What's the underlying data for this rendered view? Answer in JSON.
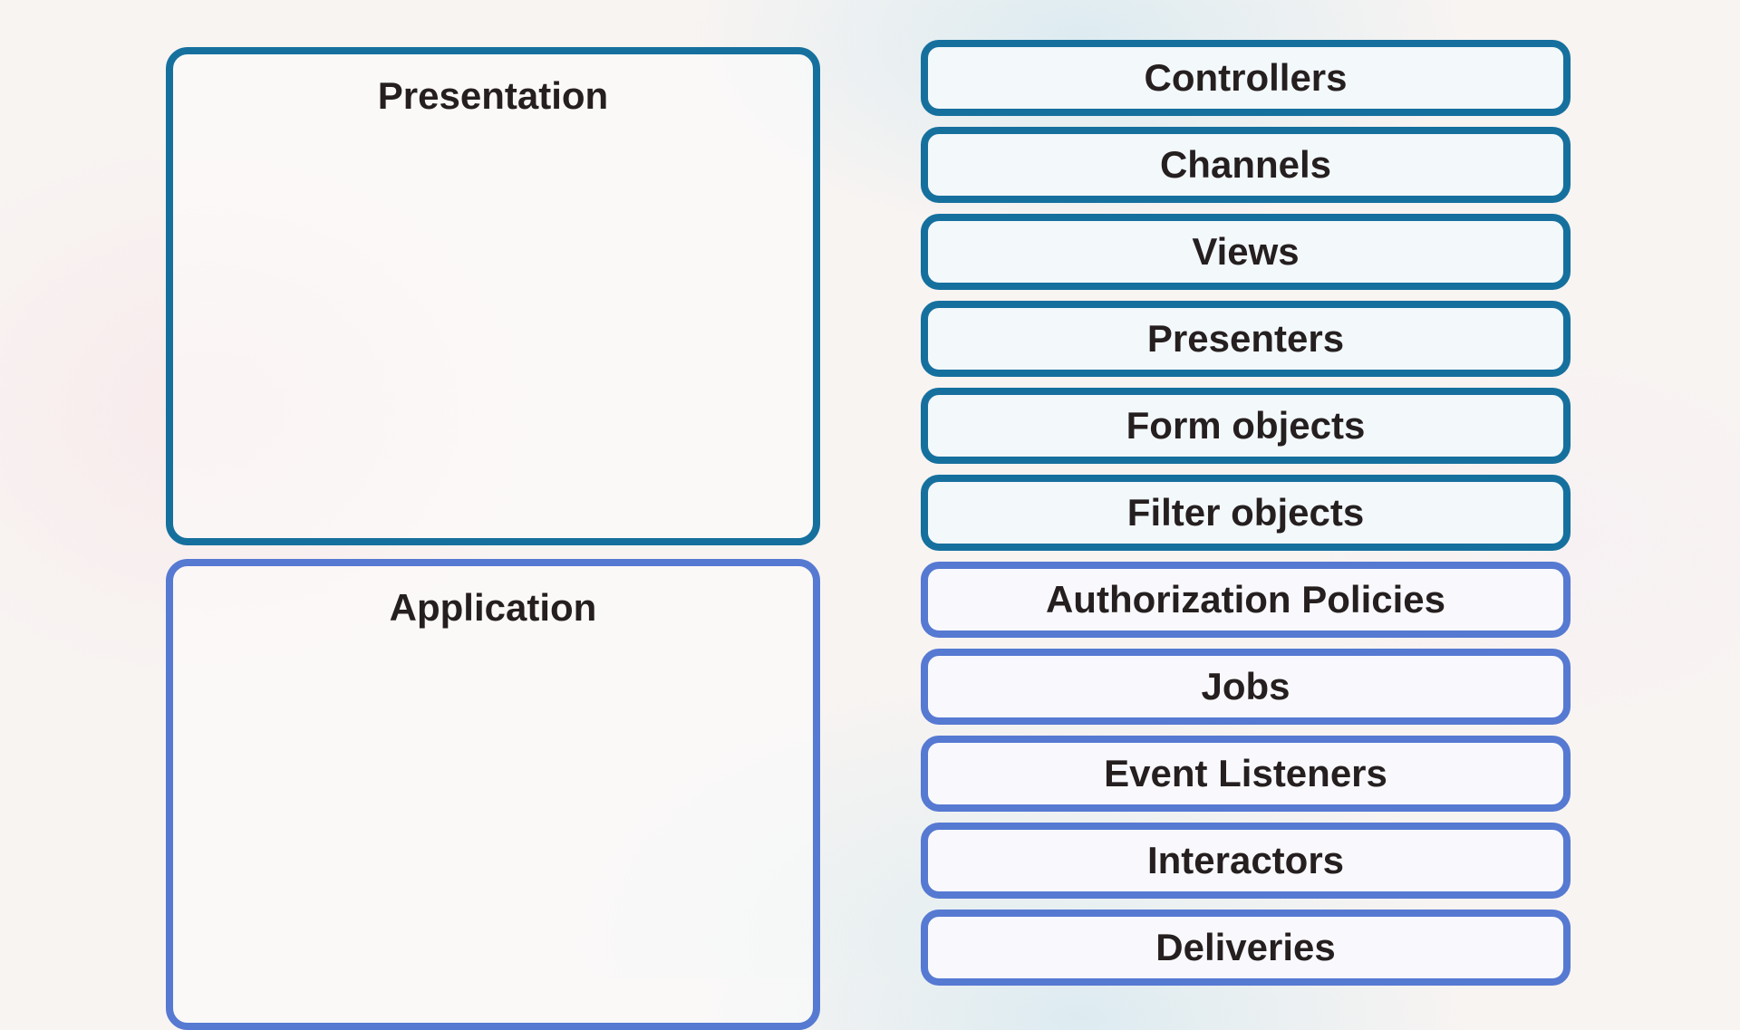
{
  "colors": {
    "presentation_border": "#16709e",
    "application_border": "#5679d2",
    "text": "#251f20",
    "background": "#f8f4f2"
  },
  "layers": [
    {
      "label": "Presentation",
      "layer": "presentation"
    },
    {
      "label": "Application",
      "layer": "application"
    }
  ],
  "stack": {
    "items": [
      {
        "label": "Controllers",
        "layer": "presentation"
      },
      {
        "label": "Channels",
        "layer": "presentation"
      },
      {
        "label": "Views",
        "layer": "presentation"
      },
      {
        "label": "Presenters",
        "layer": "presentation"
      },
      {
        "label": "Form objects",
        "layer": "presentation"
      },
      {
        "label": "Filter objects",
        "layer": "presentation"
      },
      {
        "label": "Authorization Policies",
        "layer": "application"
      },
      {
        "label": "Jobs",
        "layer": "application"
      },
      {
        "label": "Event Listeners",
        "layer": "application"
      },
      {
        "label": "Interactors",
        "layer": "application"
      },
      {
        "label": "Deliveries",
        "layer": "application"
      }
    ]
  }
}
